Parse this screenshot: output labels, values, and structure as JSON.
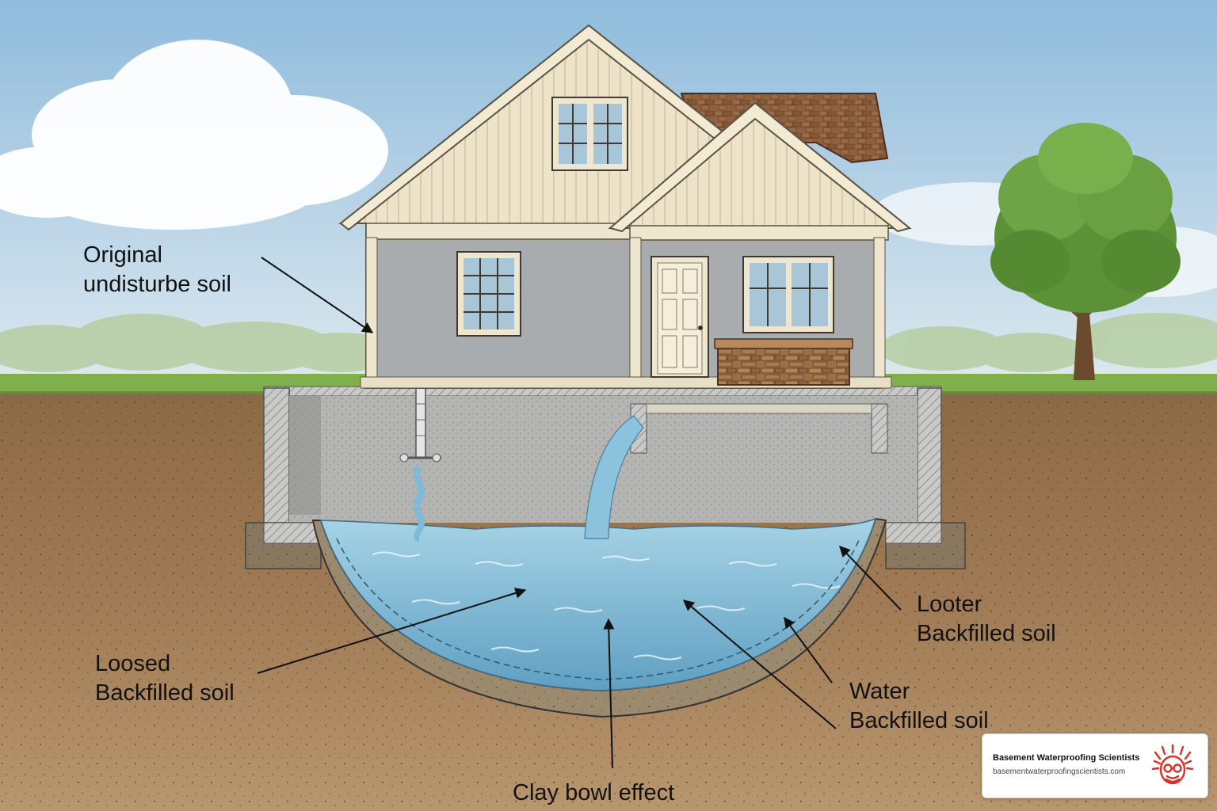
{
  "labels": {
    "original": "Original\nundisturbe soil",
    "loosed": "Loosed\nBackfilled soil",
    "looter": "Looter\nBackfilled soil",
    "water": "Water\nBackfilled soil",
    "clay": "Clay bowl effect"
  },
  "brand": {
    "name": "Basement Waterproofing Scientists",
    "url": "basementwaterproofingscientists.com"
  },
  "colors": {
    "sky": "#9cc6e2",
    "soil": "#a27c55",
    "water": "#7fbbd8",
    "siding": "#a9acae",
    "trim": "#efe6cf",
    "roof": "#8a5c3a",
    "logo": "#d8322a"
  }
}
